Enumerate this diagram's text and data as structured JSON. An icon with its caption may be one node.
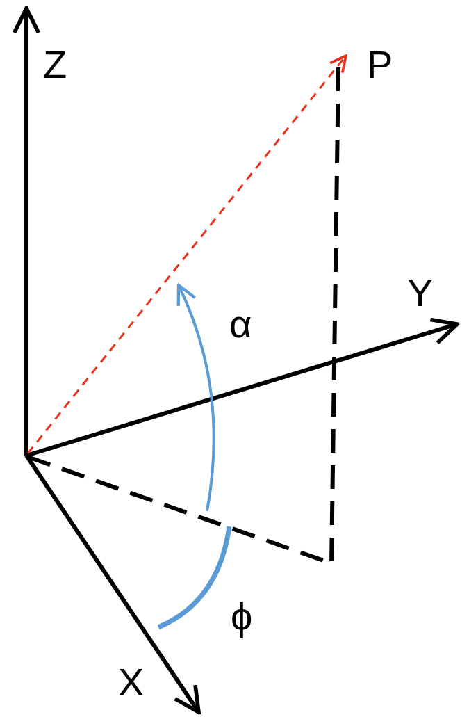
{
  "diagram": {
    "labels": [
      "Z",
      "P",
      "Y",
      "α",
      "ϕ",
      "X"
    ]
  }
}
